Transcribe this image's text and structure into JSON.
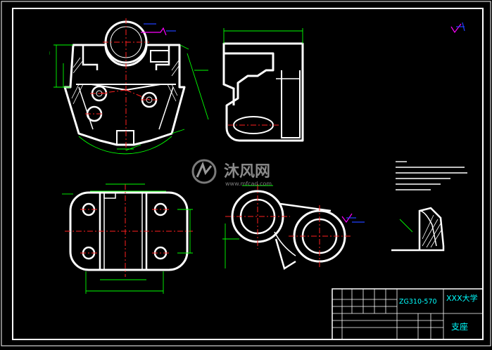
{
  "title_block": {
    "material": "ZG310-570",
    "school": "XXX大学",
    "part_name": "支座"
  },
  "watermark": {
    "brand": "沐风网",
    "url": "www.mfcad.com"
  },
  "colors": {
    "background": "#000000",
    "outline": "#ffffff",
    "dimension": "#00ff00",
    "centerline": "#ff2020",
    "leader": "#ff00ff",
    "note_text": "#ffffff",
    "title_text": "#00ffff"
  }
}
